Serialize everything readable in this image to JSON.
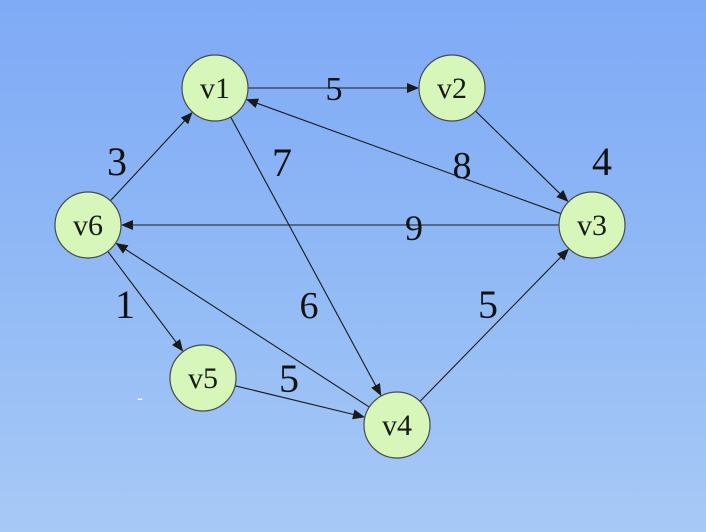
{
  "diagram": {
    "nodes": [
      {
        "id": "v1",
        "label": "v1"
      },
      {
        "id": "v2",
        "label": "v2"
      },
      {
        "id": "v3",
        "label": "v3"
      },
      {
        "id": "v4",
        "label": "v4"
      },
      {
        "id": "v5",
        "label": "v5"
      },
      {
        "id": "v6",
        "label": "v6"
      }
    ],
    "edges": [
      {
        "from": "v1",
        "to": "v2",
        "weight": "5"
      },
      {
        "from": "v2",
        "to": "v3",
        "weight": "4"
      },
      {
        "from": "v3",
        "to": "v1",
        "weight": "8"
      },
      {
        "from": "v3",
        "to": "v6",
        "weight": "9"
      },
      {
        "from": "v6",
        "to": "v1",
        "weight": "3"
      },
      {
        "from": "v1",
        "to": "v4",
        "weight": "7"
      },
      {
        "from": "v4",
        "to": "v6",
        "weight": "6"
      },
      {
        "from": "v6",
        "to": "v5",
        "weight": "1"
      },
      {
        "from": "v5",
        "to": "v4",
        "weight": "5"
      },
      {
        "from": "v4",
        "to": "v3",
        "weight": "5"
      }
    ],
    "stray_mark": "-"
  },
  "colors": {
    "node_fill": "#d6f7b9",
    "edge": "#1a1a1a",
    "background_top": "#7faaf6",
    "background_bottom": "#a7c9f6"
  }
}
